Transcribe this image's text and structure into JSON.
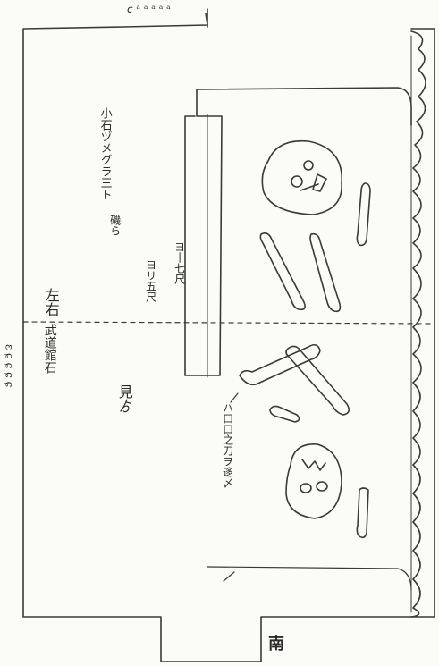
{
  "labels": {
    "top_note": "𝘤 ᵃ ᵃ ᵃ ᵃ ᵃ",
    "left_edge": "ɛ ɕ ɕ ɕ ɕ",
    "left_upper": "左右",
    "left_lower": "武道館石",
    "upper_note_a": "小石ヅメグラ三ト",
    "upper_note_b": "磯ら",
    "mid_note_a": "ヨリ五尺",
    "mid_note_b": "ヨ十七尺",
    "lower_left": "見ゟ",
    "lower_note": "ハ口口之刀ヲ迻〆",
    "south": "南"
  }
}
